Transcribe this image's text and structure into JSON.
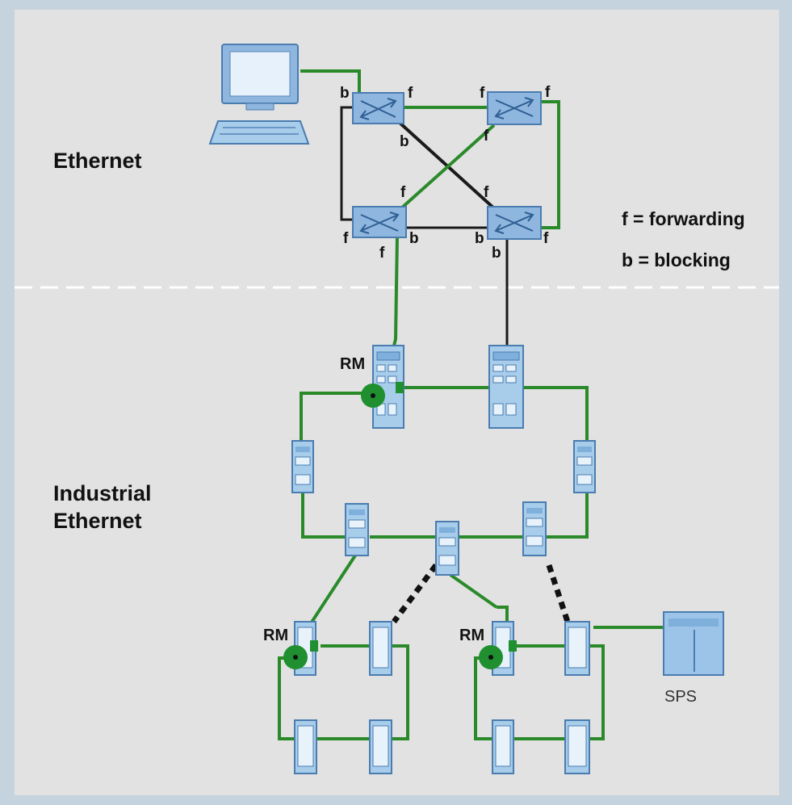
{
  "sections": {
    "ethernet": "Ethernet",
    "industrial_line1": "Industrial",
    "industrial_line2": "Ethernet"
  },
  "legend": {
    "forwarding": "f = forwarding",
    "blocking": "b = blocking"
  },
  "port_labels": {
    "forwarding": "f",
    "blocking": "b"
  },
  "ring_manager": "RM",
  "plc": "SPS",
  "colors": {
    "background": "#e2e2e2",
    "border": "#c5d3de",
    "forwarding_link": "#2a8a2a",
    "blocking_link": "#1a1a1a",
    "device_fill": "#a8cdea",
    "device_stroke": "#4a7cb0",
    "ring_manager_marker": "#1f8f2f"
  }
}
